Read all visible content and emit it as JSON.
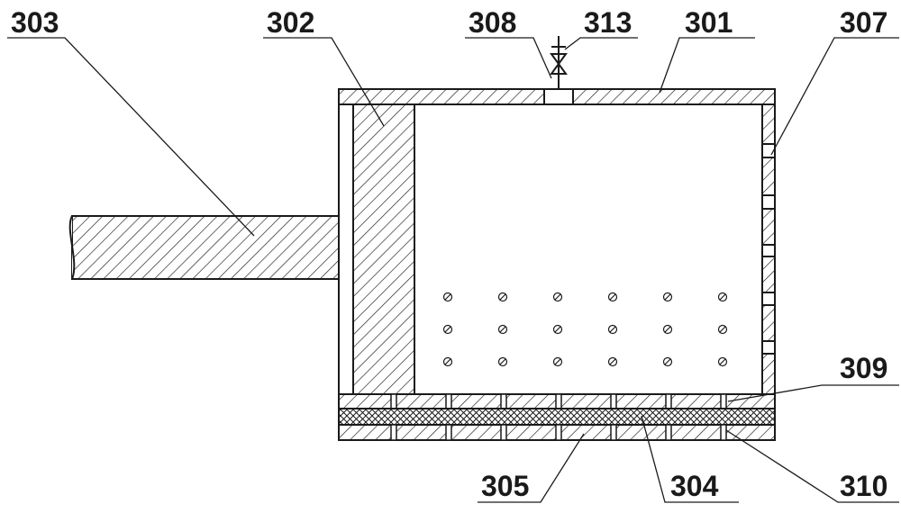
{
  "labels": {
    "l303": "303",
    "l302": "302",
    "l308": "308",
    "l313": "313",
    "l301": "301",
    "l307": "307",
    "l309": "309",
    "l305": "305",
    "l304": "304",
    "l310": "310"
  },
  "colors": {
    "ink": "#1a1a1a",
    "background": "#ffffff"
  }
}
